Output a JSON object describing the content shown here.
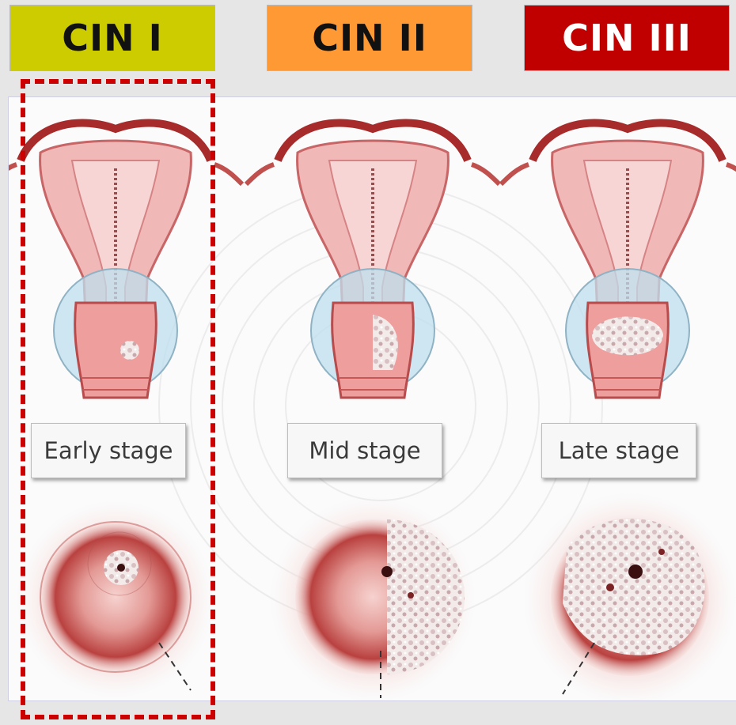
{
  "grades": [
    {
      "label": "CIN I",
      "color": "#cccc00"
    },
    {
      "label": "CIN II",
      "color": "#ff9933"
    },
    {
      "label": "CIN III",
      "color": "#c00000"
    }
  ],
  "stages": [
    {
      "label": "Early stage",
      "lesion": "small"
    },
    {
      "label": "Mid stage",
      "lesion": "half"
    },
    {
      "label": "Late stage",
      "lesion": "extensive"
    }
  ],
  "highlight": {
    "target": "CIN I",
    "style": "dashed",
    "color": "#cc0000"
  }
}
